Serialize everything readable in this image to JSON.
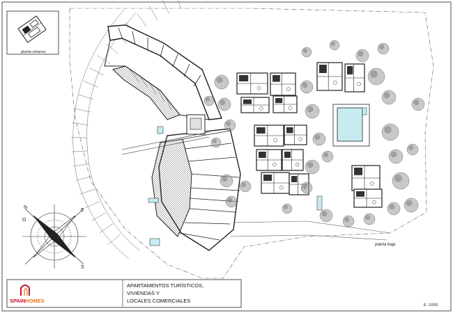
{
  "inset": {
    "caption": "planta sótanos"
  },
  "plan": {
    "ground_floor_label": "planta baja"
  },
  "compass": {
    "n": "N",
    "e": "E",
    "s": "S",
    "o": "O"
  },
  "logo": {
    "text_spain": "SPAIN",
    "text_homes": "HOMES",
    "brand_red": "#c8102e",
    "brand_orange": "#e8731c"
  },
  "title_block": {
    "line1": "APARTAMENTOS TURÍSTICOS,",
    "line2": "VIVIENDAS Y",
    "line3": "LOCALES COMERCIALES"
  },
  "scale": "E: 1/500",
  "colors": {
    "pool": "#c6ecf2",
    "line": "#1f1f1f",
    "tree": "#8a8a8a"
  }
}
